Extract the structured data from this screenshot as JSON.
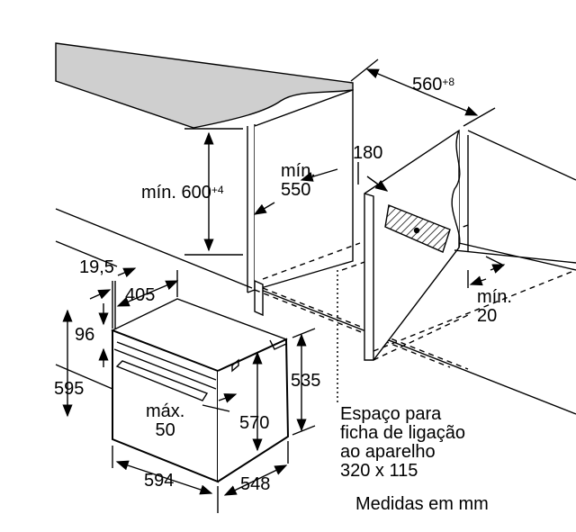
{
  "dimensions": {
    "width_niche": "560",
    "width_niche_tol": "+8",
    "height_min": "mín. 600",
    "height_min_tol": "+4",
    "depth_min_label": "mín.",
    "depth_min_value": "550",
    "socket_offset": "180",
    "gap_min_label": "mín.",
    "gap_min_value": "20",
    "front_thickness": "19,5",
    "depth_top": "405",
    "panel_height": "96",
    "total_height": "595",
    "handle_max_label": "máx.",
    "handle_max_value": "50",
    "body_height": "570",
    "side_height": "535",
    "width": "594",
    "depth": "548"
  },
  "notes": {
    "socket_line1": "Espaço para",
    "socket_line2": "ficha de ligação",
    "socket_line3": "ao aparelho",
    "socket_line4": "320 x 115",
    "units": "Medidas em mm"
  }
}
